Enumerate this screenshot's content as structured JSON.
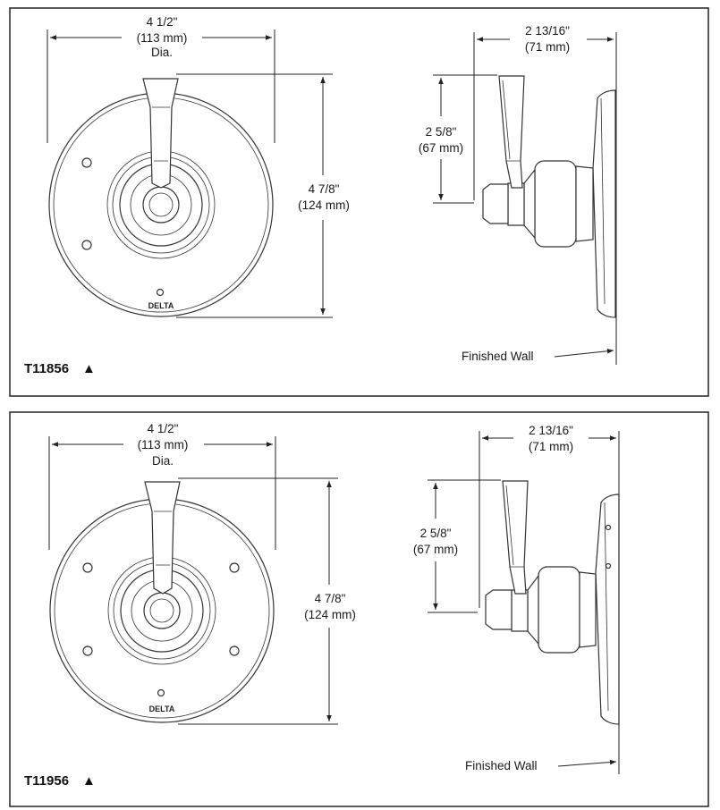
{
  "diagrams": [
    {
      "model": "T11856",
      "model_mark": "▲",
      "brand": "DELTA",
      "finished_wall": "Finished Wall",
      "front_width": {
        "imperial": "4 1/2\"",
        "metric": "(113 mm)",
        "note": "Dia."
      },
      "front_height": {
        "imperial": "4 7/8\"",
        "metric": "(124 mm)"
      },
      "side_depth": {
        "imperial": "2 13/16\"",
        "metric": "(71 mm)"
      },
      "side_height": {
        "imperial": "2 5/8\"",
        "metric": "(67 mm)"
      }
    },
    {
      "model": "T11956",
      "model_mark": "▲",
      "brand": "DELTA",
      "finished_wall": "Finished Wall",
      "front_width": {
        "imperial": "4 1/2\"",
        "metric": "(113 mm)",
        "note": "Dia."
      },
      "front_height": {
        "imperial": "4 7/8\"",
        "metric": "(124 mm)"
      },
      "side_depth": {
        "imperial": "2 13/16\"",
        "metric": "(71 mm)"
      },
      "side_height": {
        "imperial": "2 5/8\"",
        "metric": "(67 mm)"
      }
    }
  ]
}
